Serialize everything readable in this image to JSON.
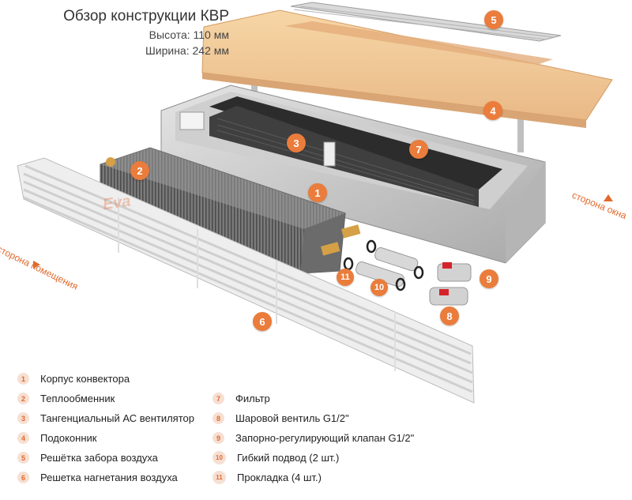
{
  "header": {
    "title": "Обзор конструкции КВР",
    "height": "Высота: 110 мм",
    "width": "Ширина: 242 мм"
  },
  "sides": {
    "window": "сторона окна",
    "room": "сторона помещения"
  },
  "colors": {
    "accent": "#ea7c3c",
    "badge_bg": "#f6dfd3",
    "badge_text": "#e16a2b"
  },
  "callouts": [
    "1",
    "2",
    "3",
    "4",
    "5",
    "6",
    "7",
    "8",
    "9",
    "10",
    "11"
  ],
  "legend": {
    "left": [
      {
        "num": "1",
        "label": "Корпус конвектора"
      },
      {
        "num": "2",
        "label": "Теплообменник"
      },
      {
        "num": "3",
        "label": "Тангенциальный АС вентилятор"
      },
      {
        "num": "4",
        "label": "Подоконник"
      },
      {
        "num": "5",
        "label": "Решётка забора воздуха"
      },
      {
        "num": "6",
        "label": "Решетка нагнетания воздуха"
      }
    ],
    "right": [
      {
        "num": "7",
        "label": "Фильтр"
      },
      {
        "num": "8",
        "label": "Шаровой вентиль G1/2\""
      },
      {
        "num": "9",
        "label": "Запорно-регулирующий клапан G1/2\""
      },
      {
        "num": "10",
        "label": "Гибкий подвод (2 шт.)"
      },
      {
        "num": "11",
        "label": "Прокладка (4 шт.)"
      }
    ]
  }
}
